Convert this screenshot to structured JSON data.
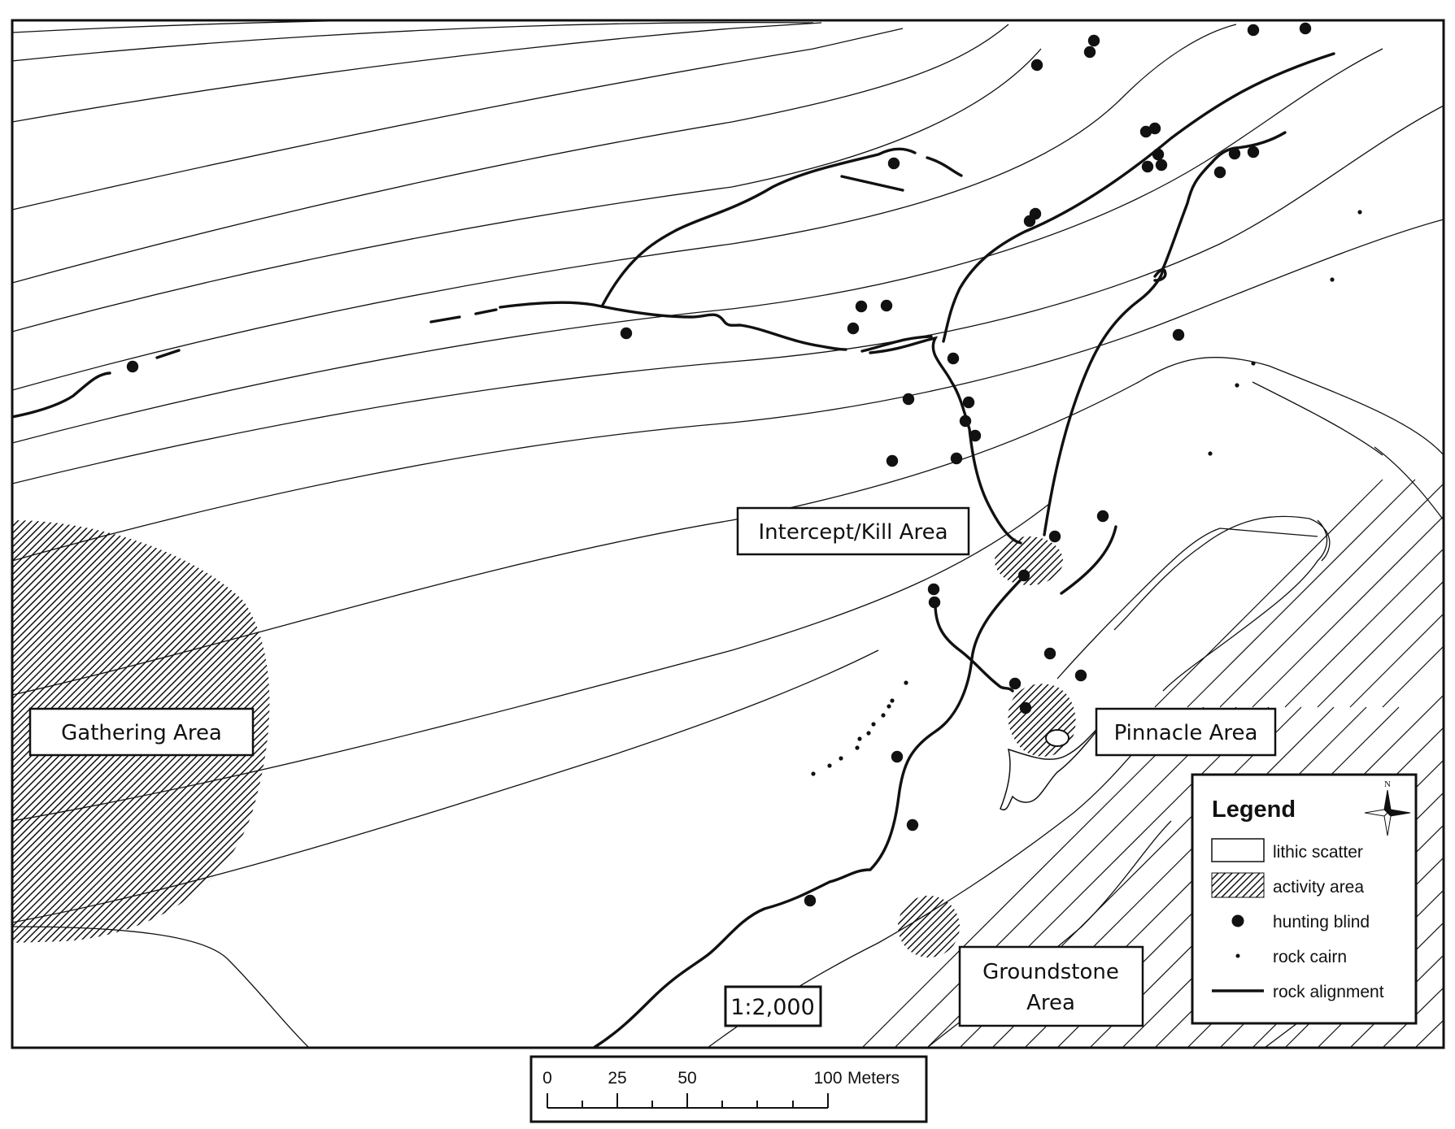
{
  "labels": {
    "intercept": "Intercept/Kill Area",
    "gathering": "Gathering Area",
    "pinnacle": "Pinnacle Area",
    "groundstone_1": "Groundstone",
    "groundstone_2": "Area"
  },
  "scale_ratio": "1:2,000",
  "legend": {
    "title": "Legend",
    "north": "N",
    "items": [
      {
        "symbol": "lithic-scatter",
        "label": "lithic scatter"
      },
      {
        "symbol": "activity-area",
        "label": "activity area"
      },
      {
        "symbol": "hunting-blind",
        "label": "hunting blind"
      },
      {
        "symbol": "rock-cairn",
        "label": "rock cairn"
      },
      {
        "symbol": "rock-alignment",
        "label": "rock alignment"
      }
    ]
  },
  "scalebar": {
    "unit": "Meters",
    "ticks": [
      "0",
      "25",
      "50",
      "100"
    ]
  },
  "colors": {
    "ink": "#111111",
    "background": "#ffffff"
  }
}
